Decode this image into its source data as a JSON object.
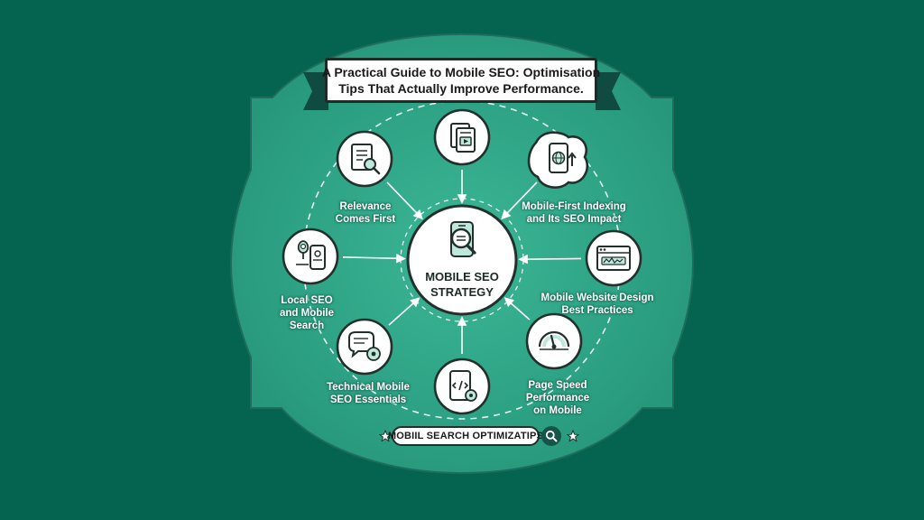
{
  "title": {
    "line1": "A Practical Guide to Mobile SEO: Optimisation",
    "line2": "Tips That Actually Improve Performance."
  },
  "center": {
    "line1": "MOBILE SEO",
    "line2": "STRATEGY",
    "icon": "phone-magnifier-icon"
  },
  "nodes": [
    {
      "id": "top",
      "icon": "document-video-icon",
      "lines": []
    },
    {
      "id": "mobile-first",
      "icon": "phone-globe-upload-icon",
      "lines": [
        "Mobile-First Indexing",
        "and Its SEO Impact"
      ]
    },
    {
      "id": "design",
      "icon": "browser-window-icon",
      "lines": [
        "Mobile Website Design",
        "Best Practices"
      ]
    },
    {
      "id": "speed",
      "icon": "speedometer-icon",
      "lines": [
        "Page Speed",
        "Performance",
        "on Mobile"
      ]
    },
    {
      "id": "code",
      "icon": "phone-code-gear-icon",
      "lines": []
    },
    {
      "id": "technical",
      "icon": "chat-gear-icon",
      "lines": [
        "Technical Mobile",
        "SEO Essentials"
      ]
    },
    {
      "id": "local",
      "icon": "map-pin-phone-icon",
      "lines": [
        "Local SEO",
        "and Mobile",
        "Search"
      ]
    },
    {
      "id": "relevance",
      "icon": "document-search-icon",
      "lines": [
        "Relevance",
        "Comes First"
      ]
    }
  ],
  "footer": {
    "label": "MOBIIL SEARCH OPTIMIZATIPS",
    "icon": "search-icon"
  },
  "colors": {
    "background": "#046450",
    "panel": "#2fa88a",
    "panel_dark": "#1d7d66",
    "node_fill": "#ffffff",
    "node_stroke": "#22302c"
  }
}
